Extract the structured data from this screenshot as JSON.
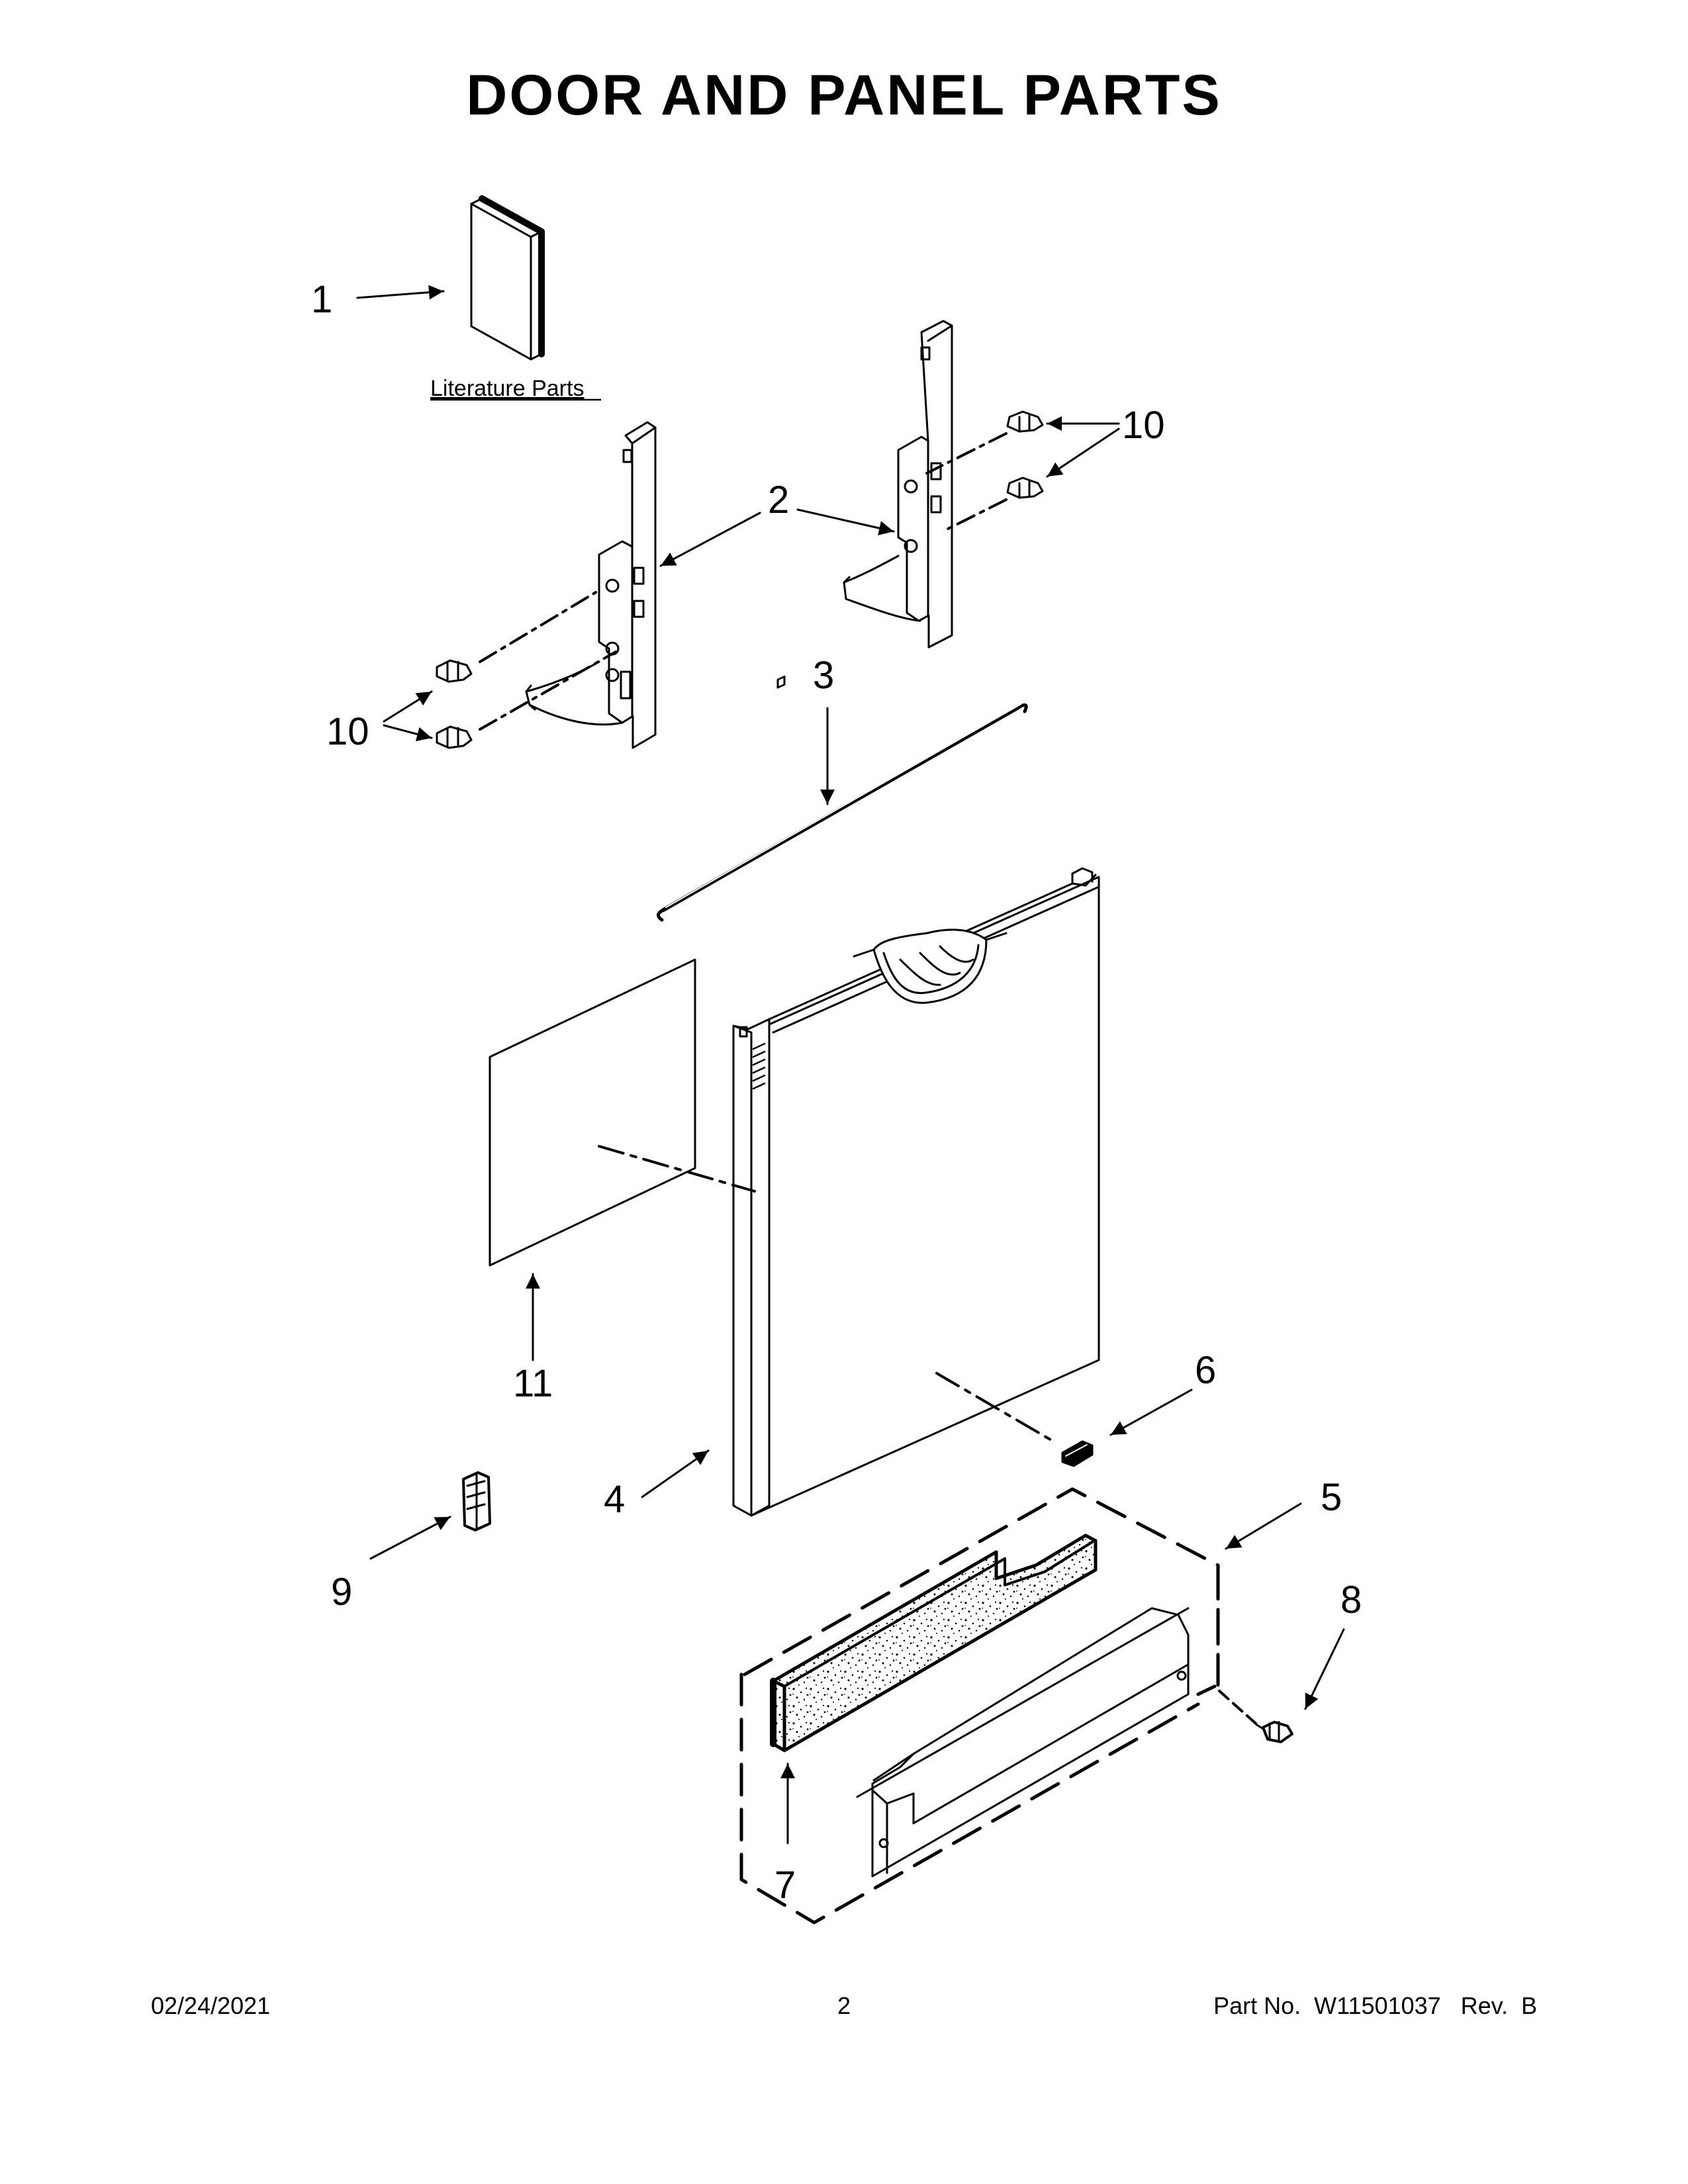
{
  "title": "DOOR AND PANEL PARTS",
  "literature_label": "Literature Parts",
  "callouts": {
    "c1": "1",
    "c2": "2",
    "c3": "3",
    "c4": "4",
    "c5": "5",
    "c6": "6",
    "c7": "7",
    "c8": "8",
    "c9": "9",
    "c10a": "10",
    "c10b": "10",
    "c11": "11"
  },
  "footer": {
    "date": "02/24/2021",
    "page": "2",
    "part": "Part No.  W11501037   Rev.  B"
  }
}
